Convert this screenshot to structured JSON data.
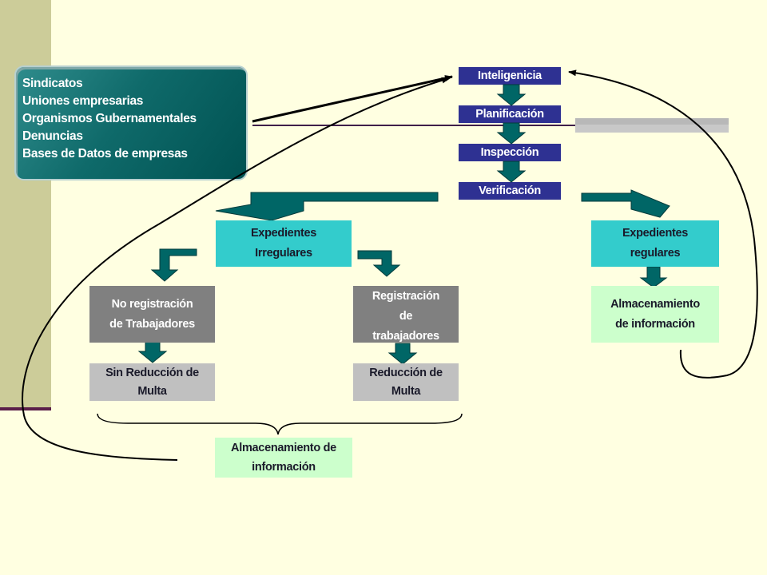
{
  "sources": {
    "lines": [
      "Sindicatos",
      "Uniones empresarias",
      "Organismos Gubernamentales",
      "Denuncias",
      "Bases de Datos de empresas"
    ]
  },
  "process_steps": [
    "Inteligenicia",
    "Planificación",
    "Inspección",
    "Verificación"
  ],
  "expedientes_irregulares": [
    "Expedientes",
    "Irregulares"
  ],
  "expedientes_regulares": [
    "Expedientes",
    "regulares"
  ],
  "no_registracion": [
    "No registración",
    "de Trabajadores"
  ],
  "registracion": [
    "Registración",
    "de",
    "trabajadores"
  ],
  "sin_reduccion": [
    "Sin Reducción de",
    "Multa"
  ],
  "reduccion": [
    "Reducción de",
    "Multa"
  ],
  "almacenamiento_regulares": [
    "Almacenamiento",
    "de información"
  ],
  "almacenamiento_irregulares": [
    "Almacenamiento de",
    "información"
  ],
  "colors": {
    "background": "#FFFFE1",
    "step_fill": "#2E3192",
    "cyan_box": "#33CCCC",
    "gray_box": "#808080",
    "light_gray_box": "#C0C0C0",
    "mint_box": "#CCFFCC",
    "arrow_fill": "#006666",
    "sources_fill": "#0F6A6A"
  }
}
